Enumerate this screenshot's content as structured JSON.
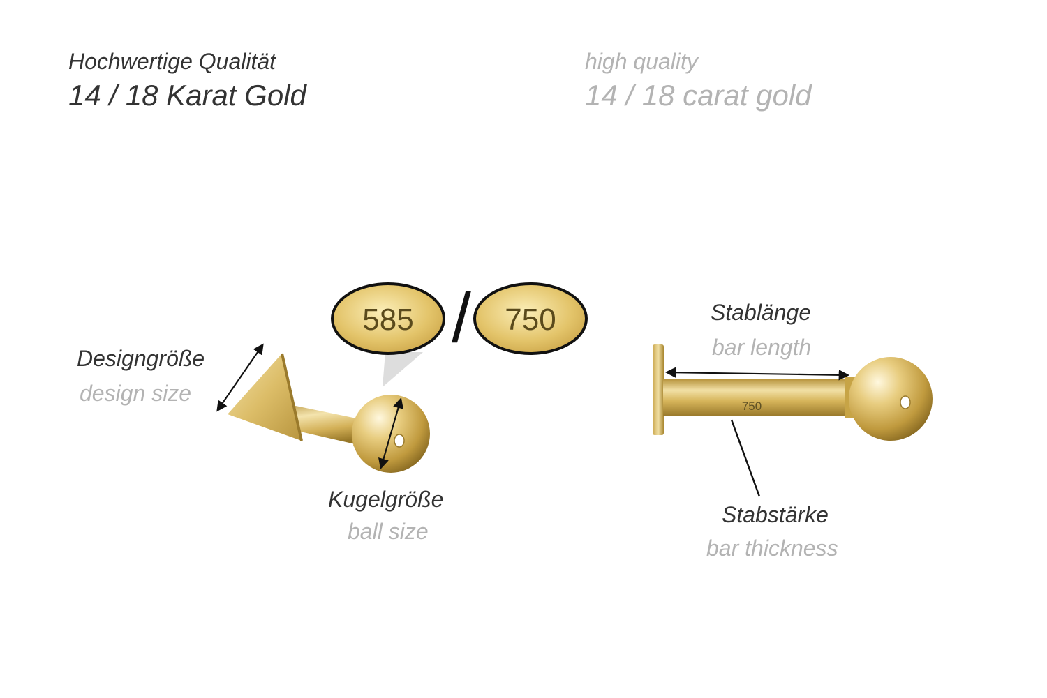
{
  "header": {
    "german": {
      "line1": "Hochwertige Qualität",
      "line2": "14 / 18 Karat Gold"
    },
    "english": {
      "line1": "high quality",
      "line2": "14 / 18 carat gold"
    }
  },
  "hallmarks": {
    "left": "585",
    "right": "750",
    "separator": "/"
  },
  "labels": {
    "design_size": {
      "de": "Designgröße",
      "en": "design size"
    },
    "ball_size": {
      "de": "Kugelgröße",
      "en": "ball size"
    },
    "bar_length": {
      "de": "Stablänge",
      "en": "bar length"
    },
    "bar_thickness": {
      "de": "Stabstärke",
      "en": "bar thickness"
    }
  },
  "stamp": "750",
  "colors": {
    "dark_text": "#333333",
    "grey_text": "#b3b3b3",
    "gold": "#d6b45a"
  }
}
